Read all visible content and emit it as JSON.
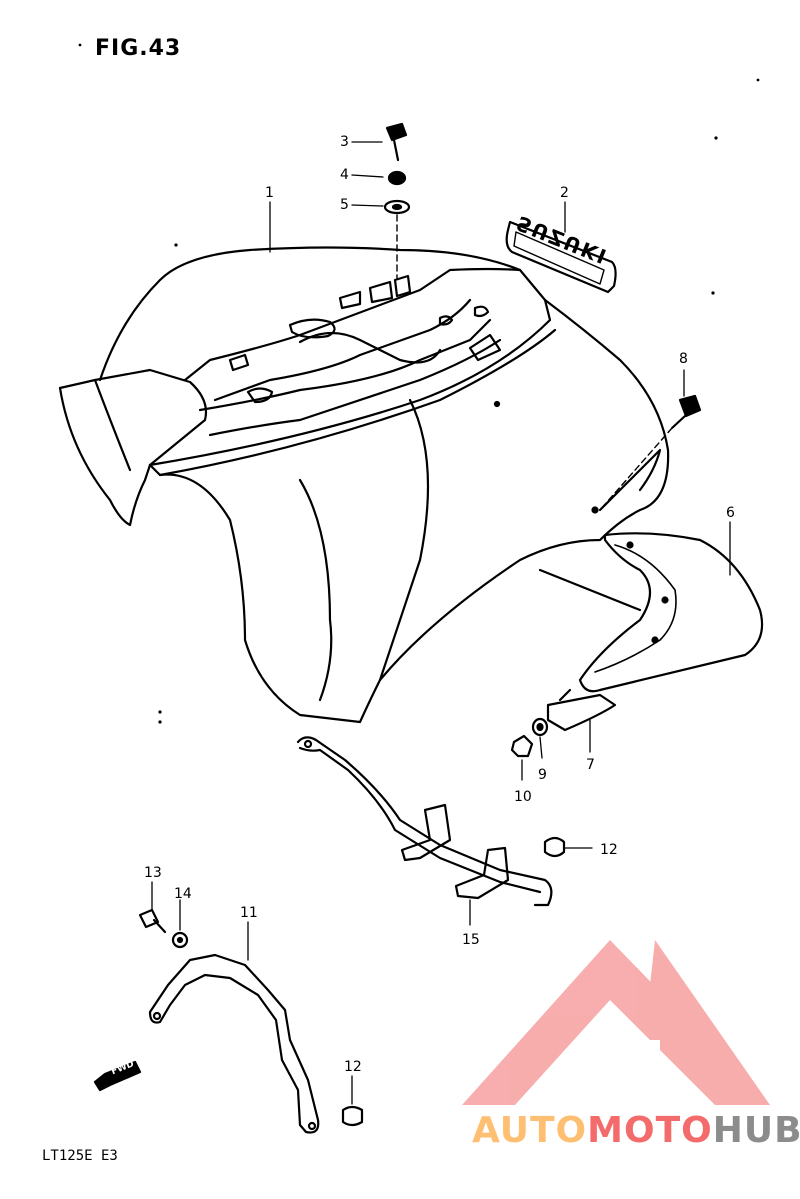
{
  "figure": {
    "title": "FIG.43",
    "model": "LT125E  E3",
    "fwd_label": "FWD"
  },
  "callouts": [
    "1",
    "2",
    "3",
    "4",
    "5",
    "6",
    "7",
    "8",
    "9",
    "10",
    "11",
    "12",
    "12",
    "13",
    "14",
    "15"
  ],
  "emblem_text": "SUZUKI",
  "watermark": {
    "part1": "AUTO",
    "part2": "MOTO",
    "part3": "HUB",
    "colors": {
      "auto": "#ffbf73",
      "moto": "#f36b6b",
      "hub": "#8c8c8c"
    }
  }
}
